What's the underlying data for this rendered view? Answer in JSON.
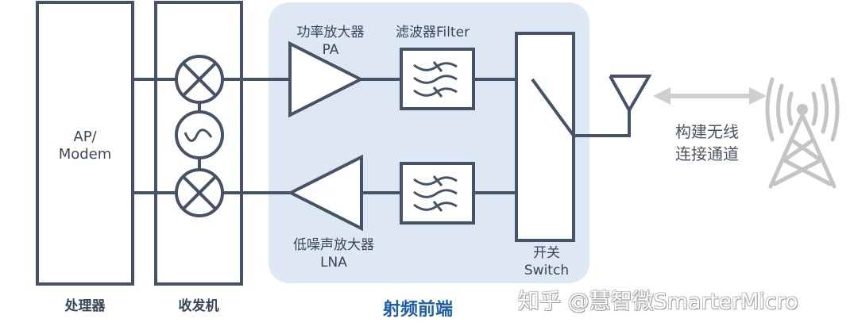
{
  "diagram": {
    "blocks": {
      "processor": {
        "inner_label_line1": "AP/",
        "inner_label_line2": "Modem",
        "caption": "处理器"
      },
      "transceiver": {
        "caption": "收发机",
        "components": [
          "mixer-tx",
          "local-oscillator",
          "mixer-rx"
        ]
      },
      "rf_front_end": {
        "title": "射频前端",
        "pa": {
          "label_cn": "功率放大器",
          "label_en": "PA"
        },
        "lna": {
          "label_cn": "低噪声放大器",
          "label_en": "LNA"
        },
        "filter": {
          "label": "滤波器Filter"
        },
        "switch": {
          "label_cn": "开关",
          "label_en": "Switch"
        }
      },
      "antenna": {
        "type": "antenna"
      },
      "channel": {
        "line1": "构建无线",
        "line2": "连接通道"
      },
      "tower": {
        "type": "cell-tower"
      }
    },
    "colors": {
      "stroke": "#465367",
      "rf_panel": "#dde8f4",
      "title_blue": "#1f5fa6",
      "gray_icon": "#c4c4c4"
    },
    "watermark": "知乎 @慧智微SmarterMicro"
  }
}
